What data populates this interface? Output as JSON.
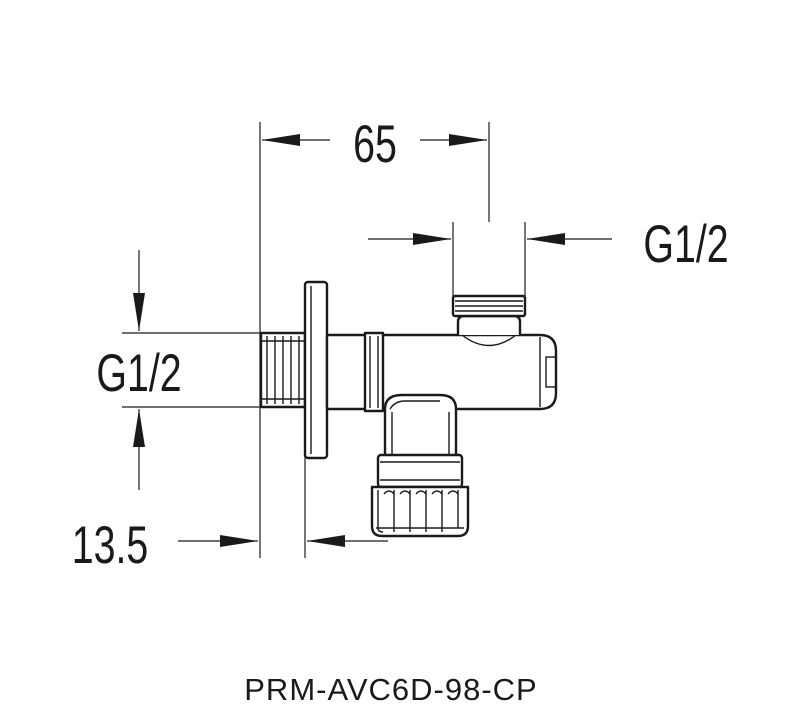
{
  "dimensions": {
    "overall_length": "65",
    "outlet_thread": "G1/2",
    "inlet_thread": "G1/2",
    "flange_offset": "13.5"
  },
  "model_code": "PRM-AVC6D-98-CP"
}
